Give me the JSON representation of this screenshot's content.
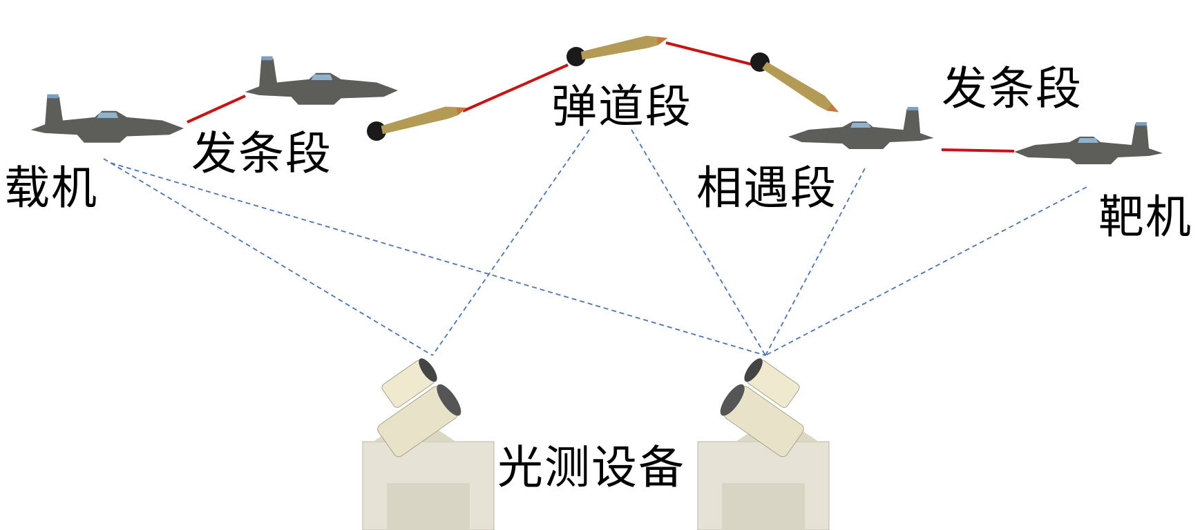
{
  "labels": {
    "carrier": "载机",
    "launch_left": "发条段",
    "ballistic": "弹道段",
    "encounter": "相遇段",
    "launch_right": "发条段",
    "target": "靶机",
    "optical": "光测设备"
  },
  "colors": {
    "trajectory": "#cc1111",
    "sightline": "#4472c4",
    "aircraft": "#5a5a58",
    "equipment": "#e4e0cf"
  }
}
